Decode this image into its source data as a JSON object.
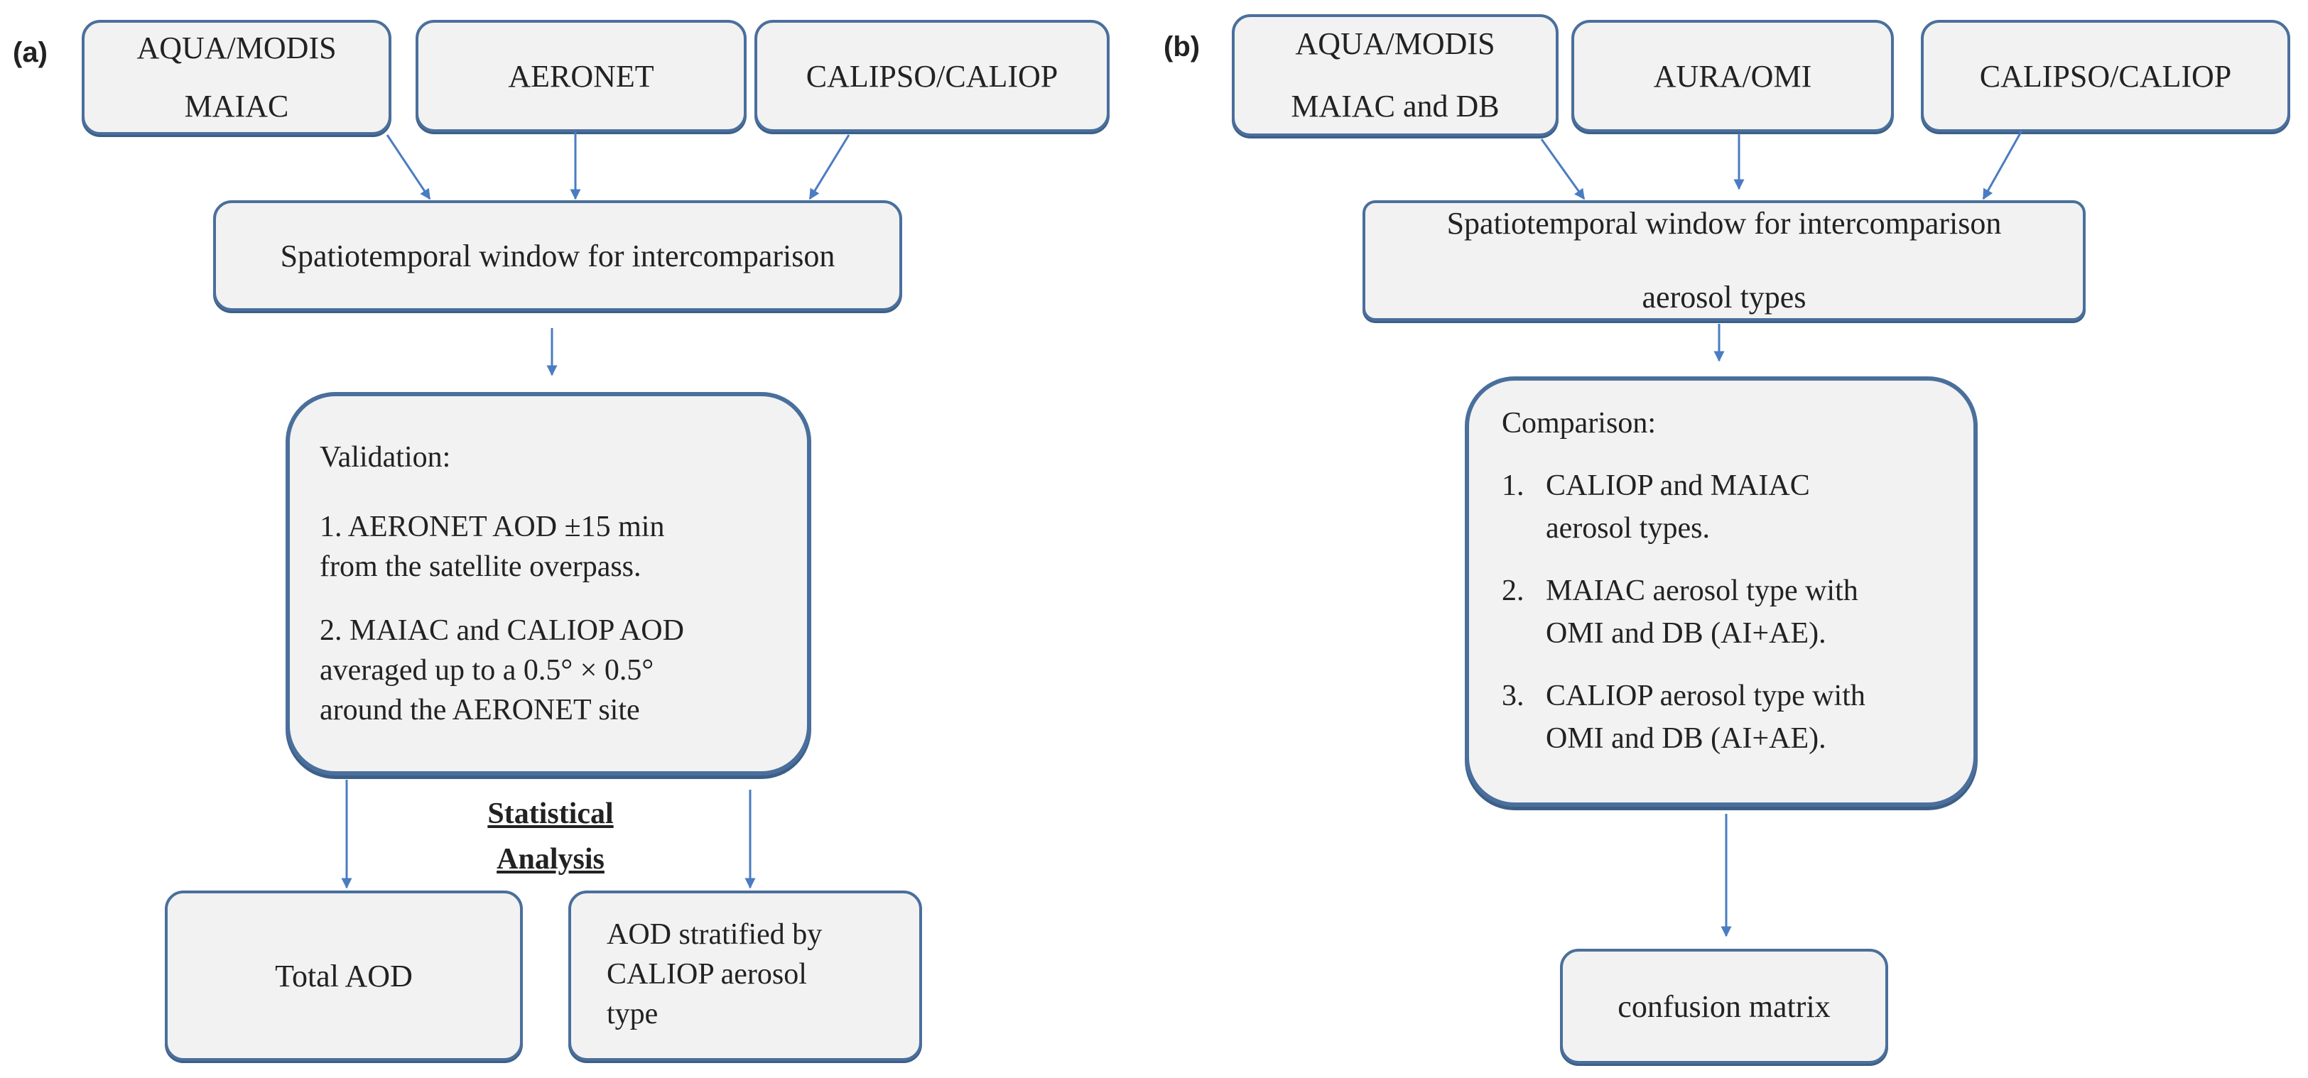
{
  "panel_a": {
    "label": "(a)",
    "sources": {
      "aqua_line1": "AQUA/MODIS",
      "aqua_line2": "MAIAC",
      "aeronet": "AERONET",
      "calipso": "CALIPSO/CALIOP"
    },
    "window": "Spatiotemporal window for intercomparison",
    "validation": {
      "title": "Validation:",
      "item1_line1": "1. AERONET AOD ±15 min",
      "item1_line2": "from the satellite overpass.",
      "item2_line1": "2.  MAIAC and CALIOP AOD",
      "item2_line2": "averaged up to a 0.5° × 0.5°",
      "item2_line3": "around the AERONET site"
    },
    "statistical_line1": "Statistical",
    "statistical_line2": "Analysis",
    "total_aod": "Total AOD",
    "stratified_line1": "AOD stratified by",
    "stratified_line2": "CALIOP aerosol",
    "stratified_line3": "type"
  },
  "panel_b": {
    "label": "(b)",
    "sources": {
      "aqua_line1": "AQUA/MODIS",
      "aqua_line2": "MAIAC and DB",
      "aura": "AURA/OMI",
      "calipso": "CALIPSO/CALIOP"
    },
    "window_line1": "Spatiotemporal window for intercomparison",
    "window_line2": "aerosol types",
    "comparison": {
      "title": "Comparison:",
      "item1_num": "1.",
      "item1_line1": "CALIOP and MAIAC",
      "item1_line2": "aerosol types.",
      "item2_num": "2.",
      "item2_line1": "MAIAC aerosol type with",
      "item2_line2": "OMI and DB (AI+AE).",
      "item3_num": "3.",
      "item3_line1": "CALIOP aerosol type with",
      "item3_line2": "OMI and DB (AI+AE)."
    },
    "confusion": "confusion matrix"
  },
  "colors": {
    "box_fill": "#f2f2f2",
    "box_border": "#4a6f9c",
    "arrow": "#4a7cc2"
  }
}
